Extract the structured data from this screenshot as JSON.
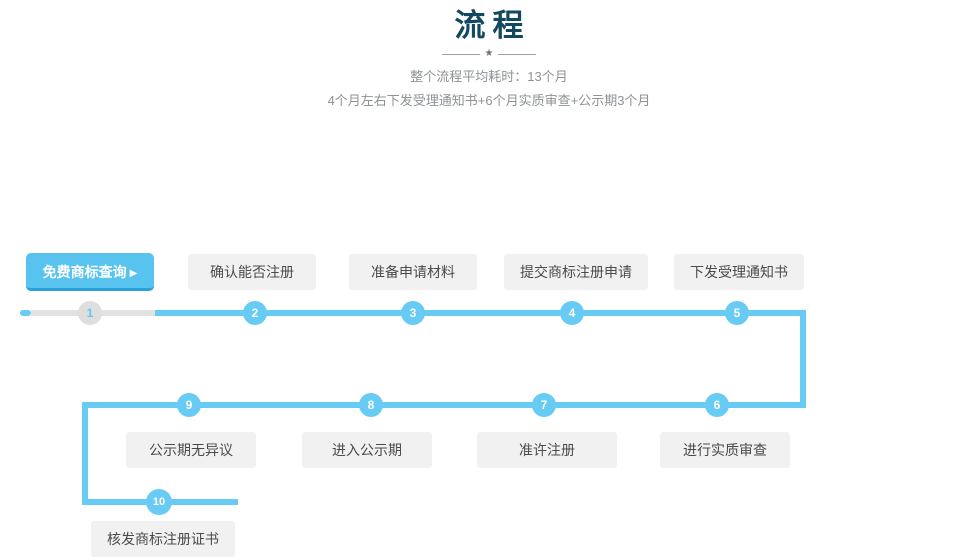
{
  "header": {
    "title": "流程",
    "divider_icon": "star-divider",
    "subtitle_1": "整个流程平均耗时：13个月",
    "subtitle_2": "4个月左右下发受理通知书+6个月实质审查+公示期3个月"
  },
  "colors": {
    "accent_blue": "#68cbf4",
    "cta_blue": "#59c3ef",
    "cta_blue_dark": "#27a3d8",
    "title_teal": "#12495e",
    "box_gray": "#f1f1f1",
    "line_gray": "#e2e2e2",
    "node_inactive": "#dedede",
    "text_gray": "#8d9295"
  },
  "cta": {
    "label": "免费商标查询",
    "arrow_icon": "play-triangle-icon"
  },
  "steps": [
    {
      "number": "1",
      "label": "免费商标查询",
      "active": false
    },
    {
      "number": "2",
      "label": "确认能否注册",
      "active": true
    },
    {
      "number": "3",
      "label": "准备申请材料",
      "active": true
    },
    {
      "number": "4",
      "label": "提交商标注册申请",
      "active": true
    },
    {
      "number": "5",
      "label": "下发受理通知书",
      "active": true
    },
    {
      "number": "6",
      "label": "进行实质审查",
      "active": true
    },
    {
      "number": "7",
      "label": "准许注册",
      "active": true
    },
    {
      "number": "8",
      "label": "进入公示期",
      "active": true
    },
    {
      "number": "9",
      "label": "公示期无异议",
      "active": true
    },
    {
      "number": "10",
      "label": "核发商标注册证书",
      "active": true
    }
  ]
}
